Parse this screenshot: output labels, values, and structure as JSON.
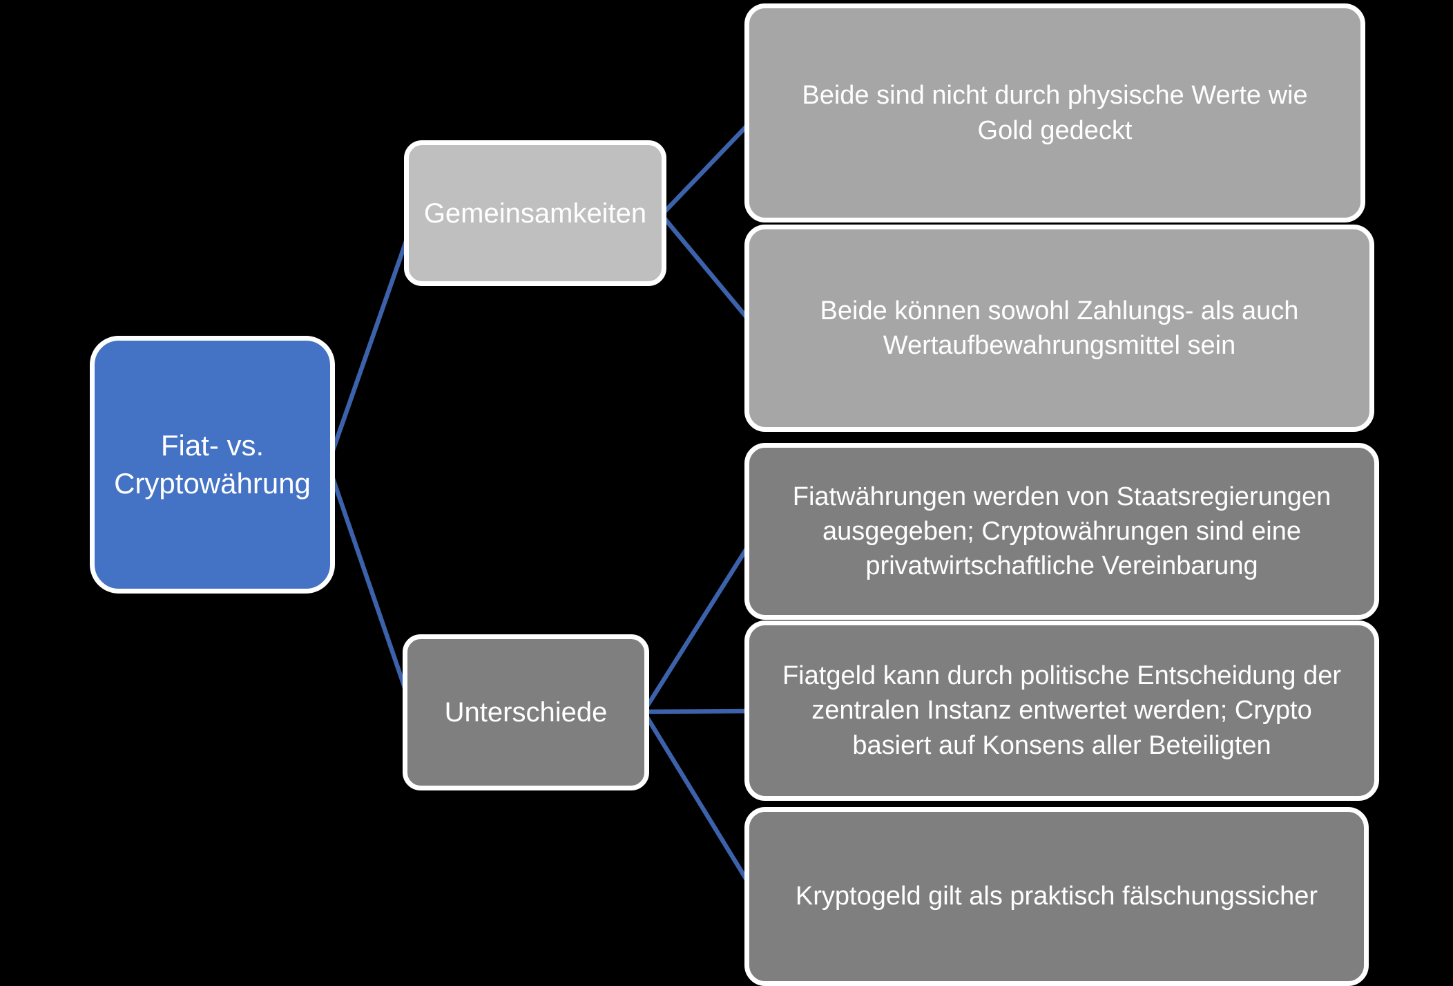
{
  "colors": {
    "background": "#000000",
    "root_fill": "#4472C4",
    "branch_similarities_fill": "#BFBFBF",
    "branch_differences_fill": "#7F7F7F",
    "leaf_light_fill": "#A6A6A6",
    "leaf_dark_fill": "#7F7F7F",
    "connector": "#3C62AB",
    "node_border": "#FFFFFF",
    "text": "#FFFFFF"
  },
  "diagram": {
    "root": {
      "label": "Fiat- vs.\nCryptowährung"
    },
    "branches": [
      {
        "label": "Gemeinsamkeiten",
        "children": [
          {
            "label": "Beide sind nicht durch physische Werte wie\nGold gedeckt"
          },
          {
            "label": "Beide können sowohl Zahlungs- als auch\nWertaufbewahrungsmittel sein"
          }
        ]
      },
      {
        "label": "Unterschiede",
        "children": [
          {
            "label": "Fiatwährungen werden von Staatsregierungen\nausgegeben; Cryptowährungen sind eine\nprivatwirtschaftliche Vereinbarung"
          },
          {
            "label": "Fiatgeld kann durch politische Entscheidung der\nzentralen Instanz entwertet werden; Crypto\nbasiert auf Konsens aller Beteiligten"
          },
          {
            "label": "Kryptogeld gilt als praktisch fälschungssicher"
          }
        ]
      }
    ]
  }
}
